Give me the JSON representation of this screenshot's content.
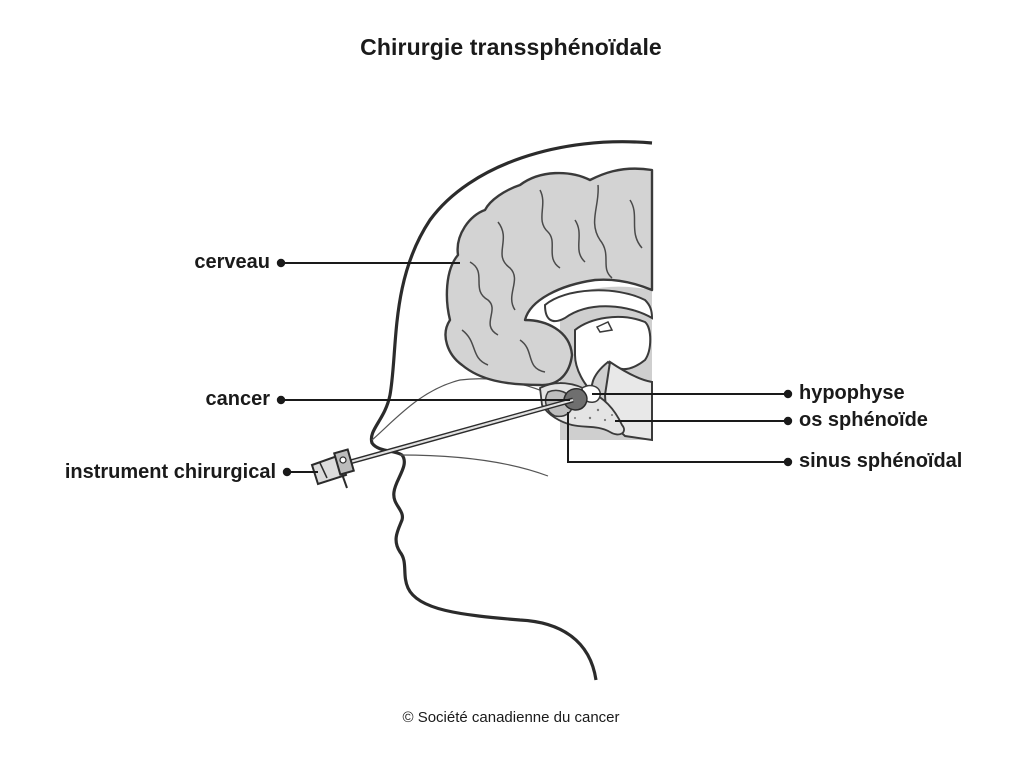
{
  "title": "Chirurgie transsphénoïdale",
  "labels": {
    "cerveau": "cerveau",
    "cancer": "cancer",
    "instrument": "instrument chirurgical",
    "hypophyse": "hypophyse",
    "os_sphenoide": "os sphénoïde",
    "sinus": "sinus sphénoïdal"
  },
  "credit": "© Société canadienne du cancer",
  "colors": {
    "outline": "#2b2b2b",
    "brain_fill": "#d3d3d3",
    "section_fill": "#cfcfcf",
    "tumor_fill": "#6f6f6f",
    "bone_fill": "#e4e4e4",
    "leader": "#1a1a1a"
  }
}
